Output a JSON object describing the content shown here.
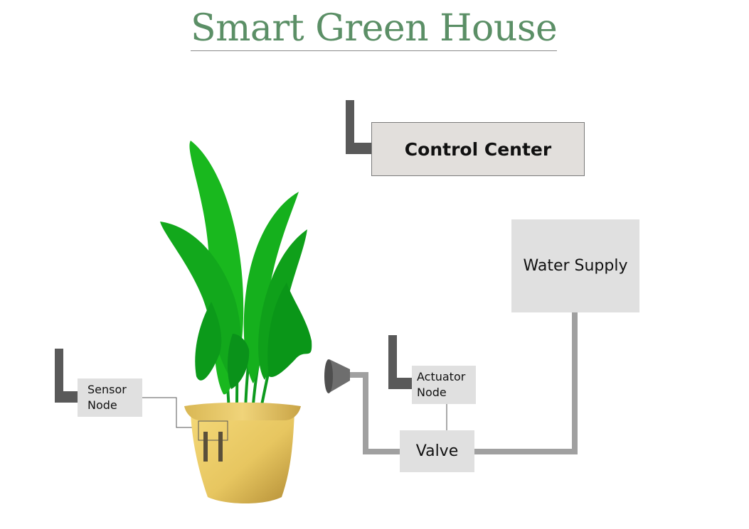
{
  "title": "Smart Green House",
  "nodes": {
    "control_center": "Control Center",
    "water_supply": "Water Supply",
    "valve": "Valve",
    "sensor_node": [
      "Sensor",
      "Node"
    ],
    "actuator_node": [
      "Actuator",
      "Node"
    ]
  },
  "colors": {
    "title": "#5b8f66",
    "box_fill": "#e0e0e0",
    "control_fill": "#e2dfdc",
    "pipe": "#a0a0a0",
    "antenna": "#595959",
    "leaf_dark": "#0a9a1a",
    "leaf_light": "#19b81e",
    "pot": "#e6c45a"
  },
  "icons": [
    "antenna-icon",
    "sprinkler-nozzle-icon",
    "potted-plant-icon",
    "soil-probe-icon"
  ]
}
